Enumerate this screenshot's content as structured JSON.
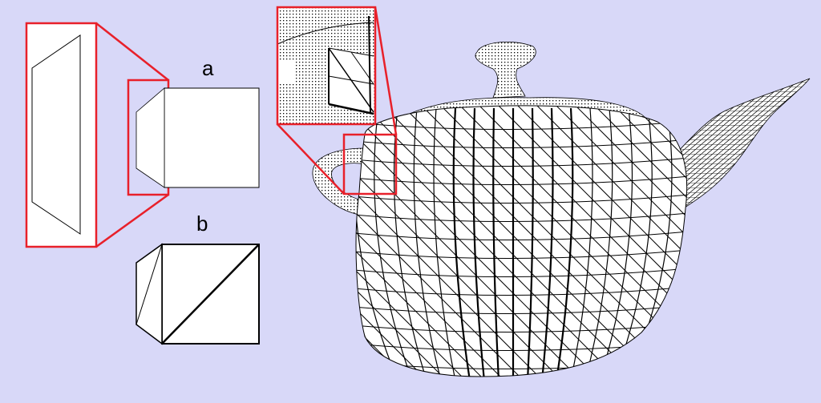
{
  "figure": {
    "label_a": "a",
    "label_b": "b"
  },
  "colors": {
    "background": "#d8d8f8",
    "highlight": "#e8202a",
    "mesh": "#000000",
    "surface": "#ffffff"
  },
  "icons": {
    "zoom_box": "red-rectangle",
    "zoom_connector": "red-lines"
  }
}
